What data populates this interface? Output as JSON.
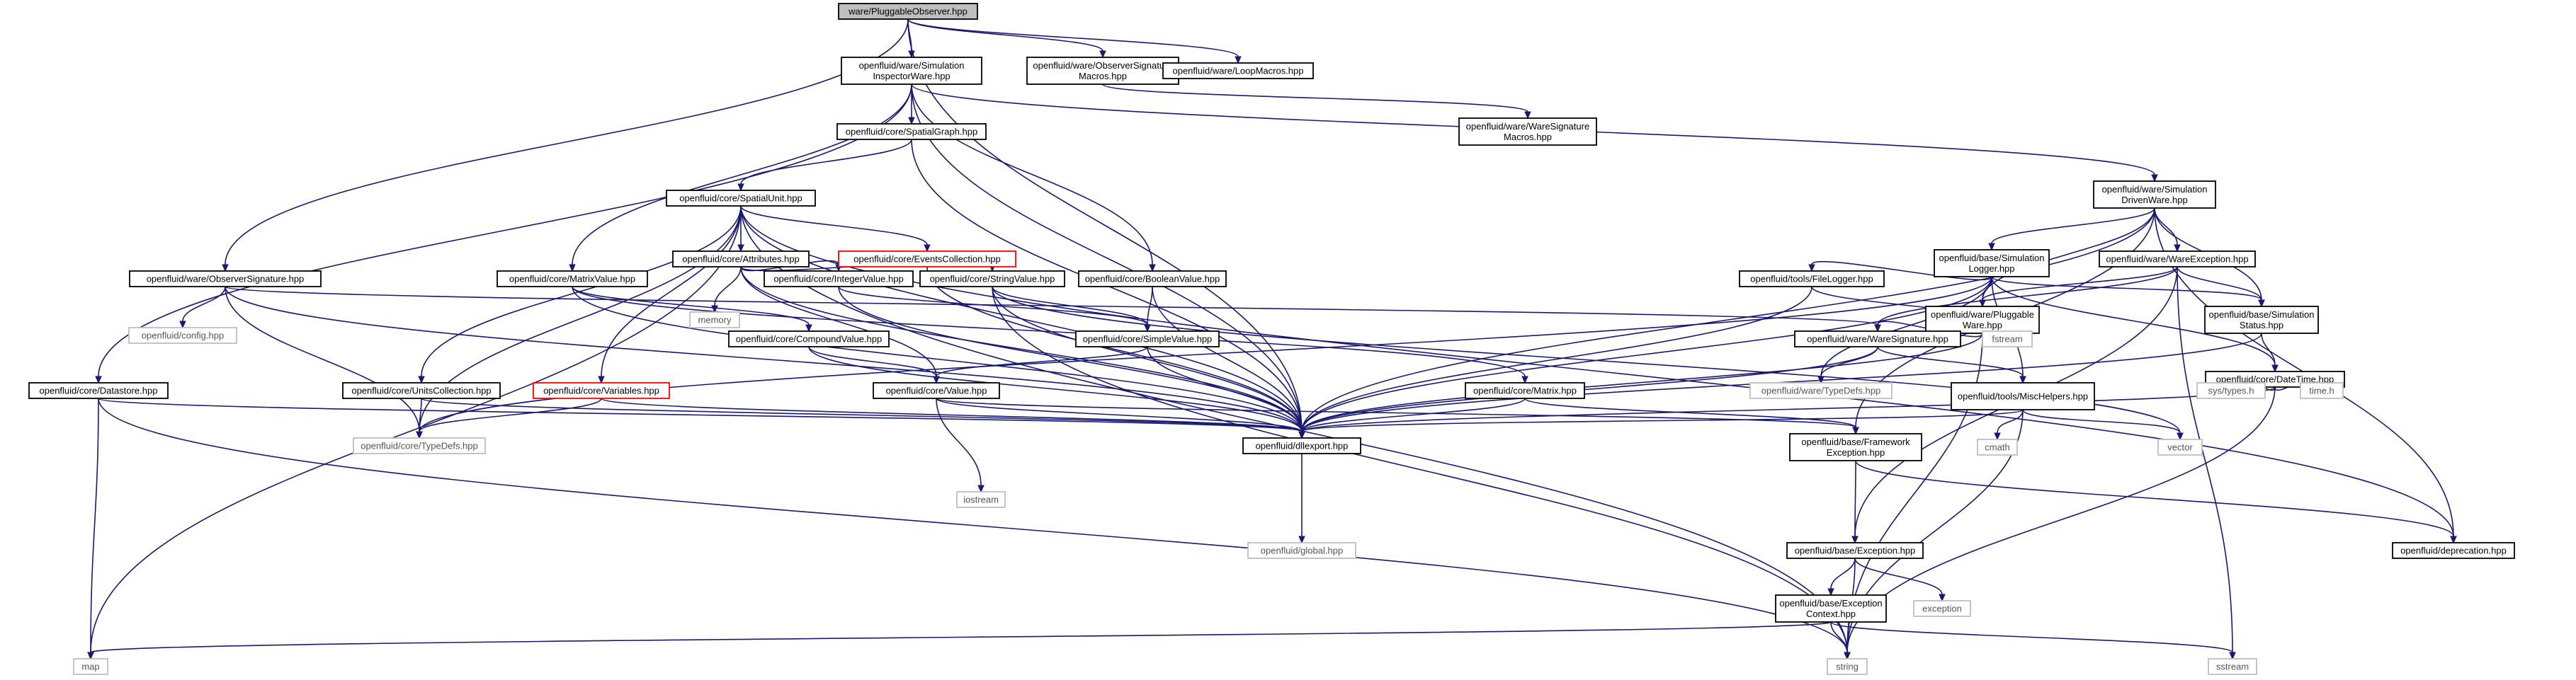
{
  "graph": {
    "nodes": [
      {
        "id": "pluggable_observer",
        "lines": [
          "ware/PluggableObserver.hpp"
        ],
        "kind": "root"
      },
      {
        "id": "sim_inspector",
        "lines": [
          "openfluid/ware/Simulation",
          "InspectorWare.hpp"
        ],
        "kind": "header"
      },
      {
        "id": "observer_sig_macros",
        "lines": [
          "openfluid/ware/ObserverSignature",
          "Macros.hpp"
        ],
        "kind": "header"
      },
      {
        "id": "loop_macros",
        "lines": [
          "openfluid/ware/LoopMacros.hpp"
        ],
        "kind": "header"
      },
      {
        "id": "spatial_graph",
        "lines": [
          "openfluid/core/SpatialGraph.hpp"
        ],
        "kind": "header"
      },
      {
        "id": "ware_sig_macros",
        "lines": [
          "openfluid/ware/WareSignature",
          "Macros.hpp"
        ],
        "kind": "header"
      },
      {
        "id": "spatial_unit",
        "lines": [
          "openfluid/core/SpatialUnit.hpp"
        ],
        "kind": "header"
      },
      {
        "id": "sim_driven",
        "lines": [
          "openfluid/ware/Simulation",
          "DrivenWare.hpp"
        ],
        "kind": "header"
      },
      {
        "id": "attributes",
        "lines": [
          "openfluid/core/Attributes.hpp"
        ],
        "kind": "header"
      },
      {
        "id": "events_collection",
        "lines": [
          "openfluid/core/EventsCollection.hpp"
        ],
        "kind": "missing"
      },
      {
        "id": "sim_logger",
        "lines": [
          "openfluid/base/Simulation",
          "Logger.hpp"
        ],
        "kind": "header"
      },
      {
        "id": "ware_exception",
        "lines": [
          "openfluid/ware/WareException.hpp"
        ],
        "kind": "header"
      },
      {
        "id": "observer_signature",
        "lines": [
          "openfluid/ware/ObserverSignature.hpp"
        ],
        "kind": "header"
      },
      {
        "id": "matrix_value",
        "lines": [
          "openfluid/core/MatrixValue.hpp"
        ],
        "kind": "header"
      },
      {
        "id": "memory",
        "lines": [
          "memory"
        ],
        "kind": "std"
      },
      {
        "id": "integer_value",
        "lines": [
          "openfluid/core/IntegerValue.hpp"
        ],
        "kind": "header"
      },
      {
        "id": "string_value",
        "lines": [
          "openfluid/core/StringValue.hpp"
        ],
        "kind": "header"
      },
      {
        "id": "boolean_value",
        "lines": [
          "openfluid/core/BooleanValue.hpp"
        ],
        "kind": "header"
      },
      {
        "id": "file_logger",
        "lines": [
          "openfluid/tools/FileLogger.hpp"
        ],
        "kind": "header"
      },
      {
        "id": "pluggable_ware",
        "lines": [
          "openfluid/ware/Pluggable",
          "Ware.hpp"
        ],
        "kind": "header"
      },
      {
        "id": "sim_status",
        "lines": [
          "openfluid/base/Simulation",
          "Status.hpp"
        ],
        "kind": "header"
      },
      {
        "id": "config",
        "lines": [
          "openfluid/config.hpp"
        ],
        "kind": "std"
      },
      {
        "id": "compound_value",
        "lines": [
          "openfluid/core/CompoundValue.hpp"
        ],
        "kind": "header"
      },
      {
        "id": "simple_value",
        "lines": [
          "openfluid/core/SimpleValue.hpp"
        ],
        "kind": "header"
      },
      {
        "id": "ware_signature",
        "lines": [
          "openfluid/ware/WareSignature.hpp"
        ],
        "kind": "header"
      },
      {
        "id": "fstream",
        "lines": [
          "fstream"
        ],
        "kind": "std"
      },
      {
        "id": "datetime",
        "lines": [
          "openfluid/core/DateTime.hpp"
        ],
        "kind": "header"
      },
      {
        "id": "datastore",
        "lines": [
          "openfluid/core/Datastore.hpp"
        ],
        "kind": "header"
      },
      {
        "id": "units_collection",
        "lines": [
          "openfluid/core/UnitsCollection.hpp"
        ],
        "kind": "header"
      },
      {
        "id": "variables",
        "lines": [
          "openfluid/core/Variables.hpp"
        ],
        "kind": "missing"
      },
      {
        "id": "value",
        "lines": [
          "openfluid/core/Value.hpp"
        ],
        "kind": "header"
      },
      {
        "id": "matrix",
        "lines": [
          "openfluid/core/Matrix.hpp"
        ],
        "kind": "header"
      },
      {
        "id": "ware_typedefs",
        "lines": [
          "openfluid/ware/TypeDefs.hpp"
        ],
        "kind": "std"
      },
      {
        "id": "misc_helpers",
        "lines": [
          "openfluid/tools/MiscHelpers.hpp"
        ],
        "kind": "header"
      },
      {
        "id": "sys_types",
        "lines": [
          "sys/types.h"
        ],
        "kind": "std"
      },
      {
        "id": "time_h",
        "lines": [
          "time.h"
        ],
        "kind": "std"
      },
      {
        "id": "core_typedefs",
        "lines": [
          "openfluid/core/TypeDefs.hpp"
        ],
        "kind": "std"
      },
      {
        "id": "dllexport",
        "lines": [
          "openfluid/dllexport.hpp"
        ],
        "kind": "header"
      },
      {
        "id": "framework_exception",
        "lines": [
          "openfluid/base/Framework",
          "Exception.hpp"
        ],
        "kind": "header"
      },
      {
        "id": "cmath",
        "lines": [
          "cmath"
        ],
        "kind": "std"
      },
      {
        "id": "vector",
        "lines": [
          "vector"
        ],
        "kind": "std"
      },
      {
        "id": "iostream",
        "lines": [
          "iostream"
        ],
        "kind": "std"
      },
      {
        "id": "global",
        "lines": [
          "openfluid/global.hpp"
        ],
        "kind": "std"
      },
      {
        "id": "base_exception",
        "lines": [
          "openfluid/base/Exception.hpp"
        ],
        "kind": "header"
      },
      {
        "id": "deprecation",
        "lines": [
          "openfluid/deprecation.hpp"
        ],
        "kind": "header"
      },
      {
        "id": "exception_context",
        "lines": [
          "openfluid/base/Exception",
          "Context.hpp"
        ],
        "kind": "header"
      },
      {
        "id": "exception",
        "lines": [
          "exception"
        ],
        "kind": "std"
      },
      {
        "id": "map",
        "lines": [
          "map"
        ],
        "kind": "std"
      },
      {
        "id": "string",
        "lines": [
          "string"
        ],
        "kind": "std"
      },
      {
        "id": "sstream",
        "lines": [
          "sstream"
        ],
        "kind": "std"
      }
    ],
    "edges": [
      [
        "pluggable_observer",
        "sim_inspector"
      ],
      [
        "pluggable_observer",
        "observer_sig_macros"
      ],
      [
        "pluggable_observer",
        "loop_macros"
      ],
      [
        "pluggable_observer",
        "observer_signature"
      ],
      [
        "pluggable_observer",
        "dllexport"
      ],
      [
        "sim_inspector",
        "spatial_graph"
      ],
      [
        "sim_inspector",
        "sim_driven"
      ],
      [
        "sim_inspector",
        "matrix_value"
      ],
      [
        "sim_inspector",
        "boolean_value"
      ],
      [
        "sim_inspector",
        "datastore"
      ],
      [
        "sim_inspector",
        "dllexport"
      ],
      [
        "observer_sig_macros",
        "ware_sig_macros"
      ],
      [
        "spatial_graph",
        "spatial_unit"
      ],
      [
        "spatial_graph",
        "dllexport"
      ],
      [
        "spatial_unit",
        "attributes"
      ],
      [
        "spatial_unit",
        "events_collection"
      ],
      [
        "spatial_unit",
        "units_collection"
      ],
      [
        "spatial_unit",
        "variables"
      ],
      [
        "spatial_unit",
        "core_typedefs"
      ],
      [
        "spatial_unit",
        "dllexport"
      ],
      [
        "spatial_unit",
        "map"
      ],
      [
        "spatial_unit",
        "string"
      ],
      [
        "spatial_unit",
        "deprecation"
      ],
      [
        "attributes",
        "memory"
      ],
      [
        "attributes",
        "integer_value"
      ],
      [
        "attributes",
        "string_value"
      ],
      [
        "attributes",
        "value"
      ],
      [
        "attributes",
        "dllexport"
      ],
      [
        "events_collection",
        "dllexport"
      ],
      [
        "sim_driven",
        "sim_logger"
      ],
      [
        "sim_driven",
        "ware_exception"
      ],
      [
        "sim_driven",
        "pluggable_ware"
      ],
      [
        "sim_driven",
        "sim_status"
      ],
      [
        "sim_driven",
        "dllexport"
      ],
      [
        "sim_driven",
        "deprecation"
      ],
      [
        "sim_driven",
        "framework_exception"
      ],
      [
        "sim_logger",
        "file_logger"
      ],
      [
        "sim_logger",
        "pluggable_ware"
      ],
      [
        "sim_logger",
        "sim_status"
      ],
      [
        "sim_logger",
        "datetime"
      ],
      [
        "sim_logger",
        "misc_helpers"
      ],
      [
        "sim_logger",
        "ware_typedefs"
      ],
      [
        "sim_logger",
        "dllexport"
      ],
      [
        "sim_logger",
        "core_typedefs"
      ],
      [
        "ware_exception",
        "pluggable_ware"
      ],
      [
        "ware_exception",
        "sim_status"
      ],
      [
        "ware_exception",
        "ware_signature"
      ],
      [
        "ware_exception",
        "base_exception"
      ],
      [
        "ware_exception",
        "sstream"
      ],
      [
        "observer_signature",
        "config"
      ],
      [
        "observer_signature",
        "ware_signature"
      ],
      [
        "observer_signature",
        "core_typedefs"
      ],
      [
        "observer_signature",
        "dllexport"
      ],
      [
        "matrix_value",
        "compound_value"
      ],
      [
        "matrix_value",
        "matrix"
      ],
      [
        "matrix_value",
        "dllexport"
      ],
      [
        "integer_value",
        "simple_value"
      ],
      [
        "integer_value",
        "dllexport"
      ],
      [
        "string_value",
        "simple_value"
      ],
      [
        "string_value",
        "vector"
      ],
      [
        "string_value",
        "dllexport"
      ],
      [
        "string_value",
        "string"
      ],
      [
        "boolean_value",
        "simple_value"
      ],
      [
        "boolean_value",
        "dllexport"
      ],
      [
        "file_logger",
        "fstream"
      ],
      [
        "file_logger",
        "dllexport"
      ],
      [
        "pluggable_ware",
        "ware_signature"
      ],
      [
        "pluggable_ware",
        "dllexport"
      ],
      [
        "pluggable_ware",
        "string"
      ],
      [
        "sim_status",
        "datetime"
      ],
      [
        "sim_status",
        "dllexport"
      ],
      [
        "compound_value",
        "value"
      ],
      [
        "compound_value",
        "dllexport"
      ],
      [
        "simple_value",
        "value"
      ],
      [
        "simple_value",
        "dllexport"
      ],
      [
        "ware_signature",
        "ware_typedefs"
      ],
      [
        "ware_signature",
        "misc_helpers"
      ],
      [
        "ware_signature",
        "dllexport"
      ],
      [
        "datetime",
        "sys_types"
      ],
      [
        "datetime",
        "time_h"
      ],
      [
        "datetime",
        "string"
      ],
      [
        "datetime",
        "dllexport"
      ],
      [
        "datastore",
        "map"
      ],
      [
        "datastore",
        "string"
      ],
      [
        "datastore",
        "dllexport"
      ],
      [
        "units_collection",
        "core_typedefs"
      ],
      [
        "units_collection",
        "dllexport"
      ],
      [
        "variables",
        "core_typedefs"
      ],
      [
        "variables",
        "dllexport"
      ],
      [
        "value",
        "iostream"
      ],
      [
        "value",
        "dllexport"
      ],
      [
        "value",
        "framework_exception"
      ],
      [
        "matrix",
        "dllexport"
      ],
      [
        "matrix",
        "framework_exception"
      ],
      [
        "misc_helpers",
        "cmath"
      ],
      [
        "misc_helpers",
        "vector"
      ],
      [
        "misc_helpers",
        "string"
      ],
      [
        "misc_helpers",
        "dllexport"
      ],
      [
        "dllexport",
        "global"
      ],
      [
        "framework_exception",
        "base_exception"
      ],
      [
        "framework_exception",
        "deprecation"
      ],
      [
        "base_exception",
        "exception_context"
      ],
      [
        "base_exception",
        "exception"
      ],
      [
        "base_exception",
        "string"
      ],
      [
        "exception_context",
        "map"
      ],
      [
        "exception_context",
        "string"
      ],
      [
        "exception_context",
        "sstream"
      ]
    ]
  }
}
